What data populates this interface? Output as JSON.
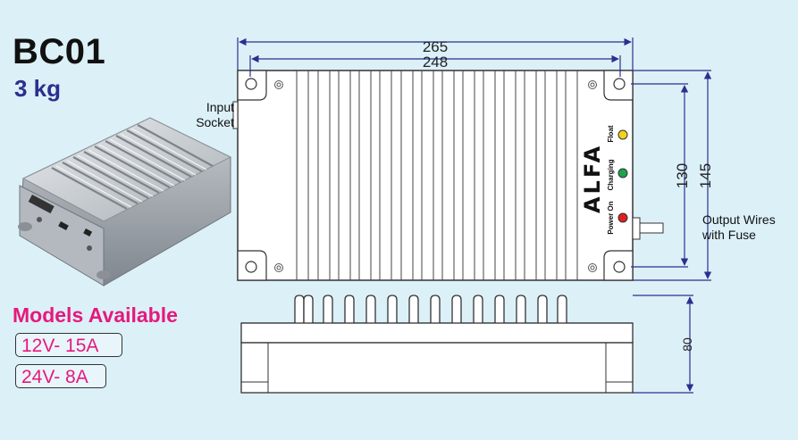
{
  "product": {
    "model": "BC01",
    "weight": "3 kg"
  },
  "models": {
    "heading": "Models Available",
    "items": [
      "12V- 15A",
      "24V- 8A"
    ]
  },
  "labels": {
    "input_socket_line1": "Input",
    "input_socket_line2": "Socket",
    "output_line1": "Output Wires",
    "output_line2": "with Fuse"
  },
  "dimensions": {
    "overall_width": "265",
    "mounting_width": "248",
    "mounting_height": "130",
    "overall_height": "145",
    "depth": "80"
  },
  "panel": {
    "brand": "ALFA",
    "indicators": [
      {
        "label": "Float",
        "color": "#f2d21b"
      },
      {
        "label": "Charging",
        "color": "#1ea34a"
      },
      {
        "label": "Power On",
        "color": "#e02020"
      }
    ]
  },
  "colors": {
    "background": "#dcf0f8",
    "accent_title": "#2b2f8f",
    "accent_models": "#e6197d",
    "dimension_line": "#2b2f8f"
  }
}
